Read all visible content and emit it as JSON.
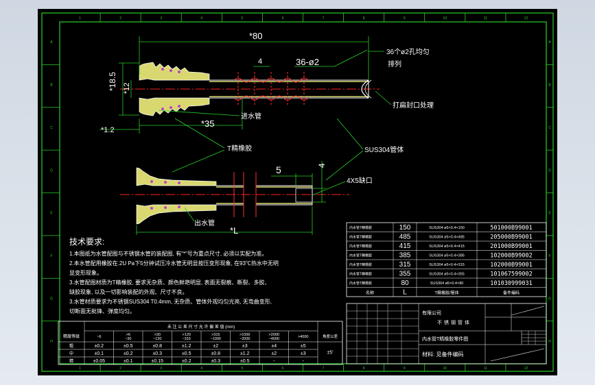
{
  "zone_numbers": [
    "1",
    "2",
    "3",
    "4",
    "5",
    "6",
    "7",
    "8",
    "9",
    "10",
    "11",
    "12"
  ],
  "zone_letters": [
    "A",
    "B",
    "C",
    "D",
    "E",
    "F",
    "G",
    "H"
  ],
  "dims": {
    "len_80": "*80",
    "pitch_4": "4",
    "holes": "36-ø2",
    "dia_18_5": "*18.5",
    "dia_12": "*12",
    "len_1_2": "*1.2",
    "len_35": "*35",
    "len_5": "5",
    "dim_4b": "4",
    "len_L": "*L"
  },
  "labels": {
    "holes_note_1": "36个ø2孔均匀",
    "holes_note_2": "排列",
    "flat_end": "打扁封口处理",
    "inlet_pipe": "进水管",
    "rubber": "T精橡胶",
    "tube": "SUS304管体",
    "notch": "4X5缺口",
    "outlet_pipe": "出水管"
  },
  "tech": {
    "title": "技术要求:",
    "lines": [
      "1.本图纸为水管配图与不锈钢水管的装配图, 有\"*\"号为重点尺寸, 必须以实配为准。",
      "2.本水管配用橡胶在.2U Pa下5分钟试压冷水管无明显按压变形现象, 在93℃热水中无明",
      "显变形现象。",
      "3.水管配图材质为T精橡胶, 要求无杂质、颜色鲜艳明显, 表面无裂痕、断裂、多胶、",
      "缺胶现象, 以及一切影响装配的外观、尺寸不良。",
      "3.水管材质要求为不锈钢SUS304 T0.4mm, 无杂质、管体外观均匀光亮, 无弯曲变形,",
      "切断面无批锋、弹度均匀。"
    ]
  },
  "tolerance": {
    "header": "未 注 公 差 尺 寸 允 许 偏 差 值 (mm)",
    "first_col": "精度等级",
    "ranges": [
      "~6",
      ">6\n~30",
      ">30\n~120",
      ">120\n~315",
      ">315\n~1000",
      ">1000\n~2000",
      ">2000\n~4000",
      ">4000",
      "角度公差"
    ],
    "rows": [
      {
        "grade": "粗",
        "values": [
          "±0.2",
          "±0.5",
          "±0.8",
          "±1.2",
          "±2",
          "±3",
          "±4",
          "±5"
        ],
        "angle": ""
      },
      {
        "grade": "中",
        "values": [
          "±0.1",
          "±0.2",
          "±0.3",
          "±0.5",
          "±0.8",
          "±1.2",
          "±2",
          "±3"
        ],
        "angle": "±5'"
      },
      {
        "grade": "精",
        "values": [
          "±0.05",
          "±0.1",
          "±0.15",
          "±0.2",
          "±0.3",
          "±0.5",
          "-",
          "-"
        ],
        "angle": ""
      }
    ]
  },
  "parts": {
    "rows": [
      {
        "name": "内水管T精橡胶",
        "L": "150",
        "spec": "SUS304 ø5×0.4×150",
        "code": "501000B99001"
      },
      {
        "name": "内水管T精橡胶",
        "L": "485",
        "spec": "SUS304 ø5×0.4×485",
        "code": "205000B99001"
      },
      {
        "name": "内水管T精橡胶",
        "L": "415",
        "spec": "SUS304 ø5×0.4×415",
        "code": "201000B99001"
      },
      {
        "name": "内水管T精橡胶",
        "L": "385",
        "spec": "SUS304 ø5×0.4×385",
        "code": "102000B99002"
      },
      {
        "name": "内水管T精橡胶",
        "L": "315",
        "spec": "SUS304 ø5×0.4×315",
        "code": "102000B99001"
      },
      {
        "name": "内水管T精橡胶",
        "L": "355",
        "spec": "SUS304 ø5×0.4×355",
        "code": "101067599002"
      },
      {
        "name": "内水管T精橡胶",
        "L": "80",
        "spec": "SUS304 ø5×0.4×80",
        "code": "101030999031"
      }
    ],
    "header": {
      "name": "名称",
      "L": "L",
      "spec": "T精橡胶/管体",
      "code": "备件编码"
    }
  },
  "titleblock": {
    "company": "有限公司",
    "drawing_name": "内水管T精橡胶零件图",
    "material": "材料: 见备件编码",
    "note": "不锈钢管体"
  }
}
